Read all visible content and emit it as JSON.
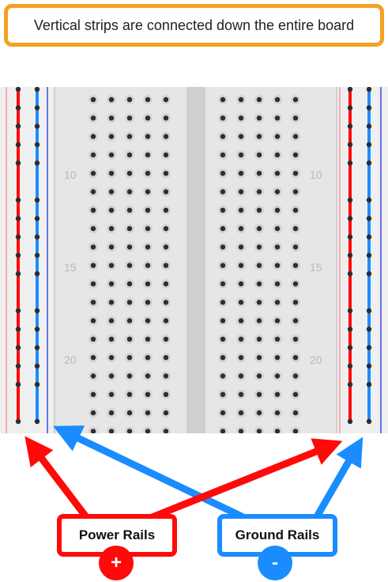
{
  "header": {
    "caption": "Vertical strips are connected down the entire board"
  },
  "board": {
    "row_numbers": [
      "10",
      "15",
      "20"
    ]
  },
  "labels": {
    "power": "Power Rails",
    "ground": "Ground Rails",
    "plus": "+",
    "minus": "-"
  },
  "colors": {
    "power": "#ff0a0a",
    "ground": "#1a8cff",
    "caption_border": "#f5a020",
    "board_bg": "#e6e6e6"
  }
}
